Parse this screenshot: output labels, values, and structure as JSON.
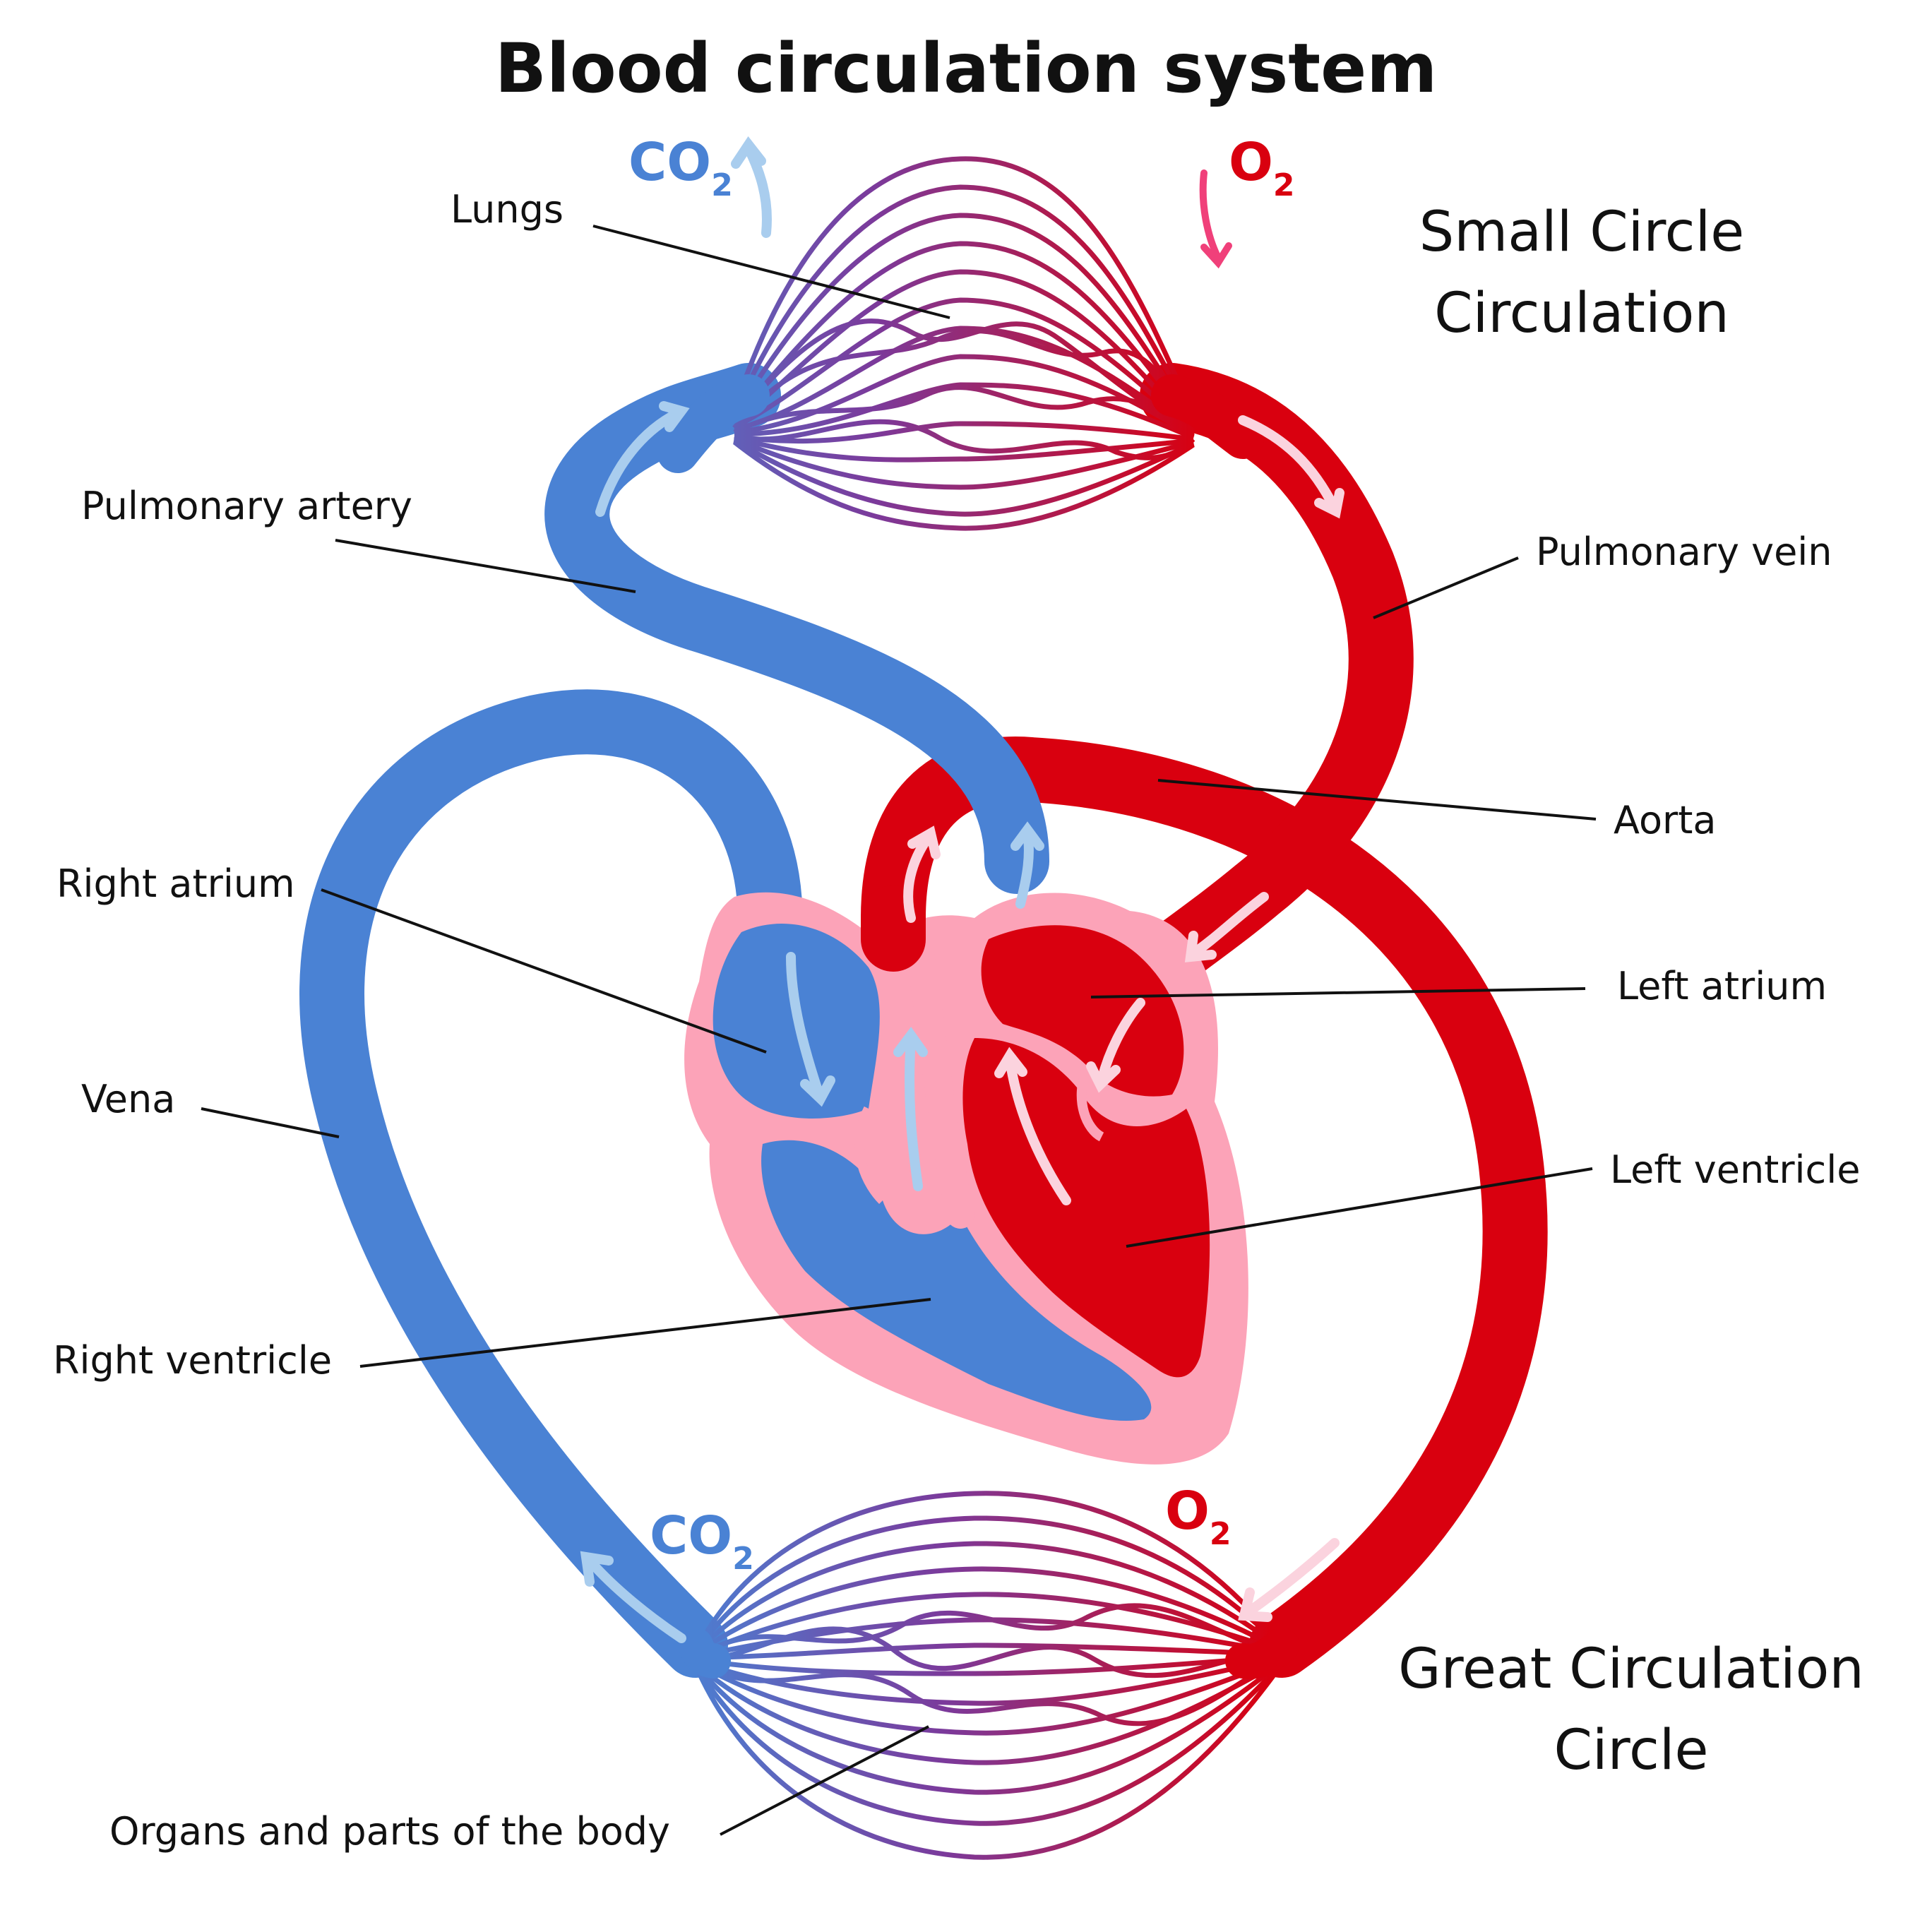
{
  "title": "Blood circulation system",
  "sections": {
    "small_circle": [
      "Small Circle",
      "Circulation"
    ],
    "great_circle": [
      "Great Circulation",
      "Circle"
    ]
  },
  "gases": {
    "top_co2": {
      "base": "CO",
      "sub": "2"
    },
    "top_o2": {
      "base": "O",
      "sub": "2"
    },
    "bottom_co2": {
      "base": "CO",
      "sub": "2"
    },
    "bottom_o2": {
      "base": "O",
      "sub": "2"
    }
  },
  "labels": {
    "lungs": "Lungs",
    "pulmonary_artery": "Pulmonary artery",
    "pulmonary_vein": "Pulmonary vein",
    "aorta": "Aorta",
    "right_atrium": "Right atrium",
    "left_atrium": "Left atrium",
    "vena": "Vena",
    "left_ventricle": "Left ventricle",
    "right_ventricle": "Right ventricle",
    "organs": "Organs and parts of the body"
  },
  "colors": {
    "deoxygenated": "#4a82d4",
    "oxygenated": "#d9000f",
    "heart_tissue": "#fca3b8",
    "capillary_mid": "#7b3a9b",
    "arrow_light_blue": "#a9cdee",
    "arrow_light_pink": "#fbd3de",
    "o2_arrow": "#f0407a",
    "co2_text": "#4a82d4",
    "o2_text": "#d9000f"
  }
}
